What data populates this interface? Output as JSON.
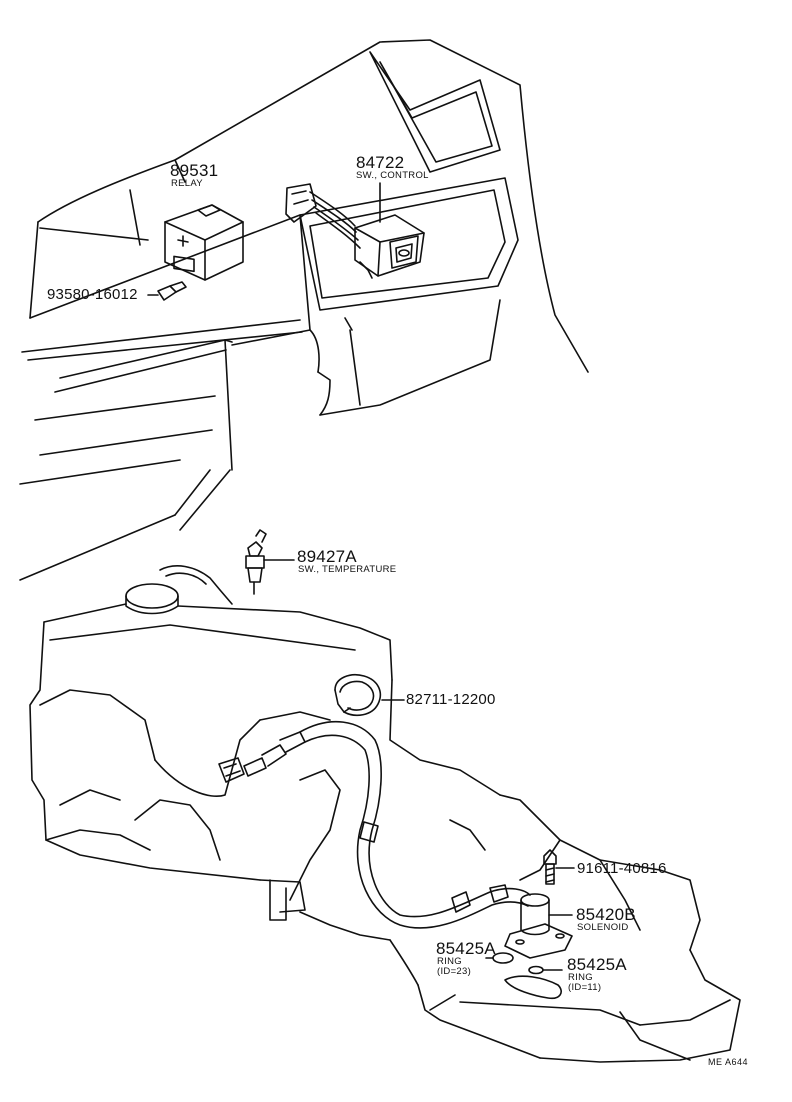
{
  "parts": {
    "relay": {
      "number": "89531",
      "name": "RELAY"
    },
    "control_switch": {
      "number": "84722",
      "name": "SW., CONTROL"
    },
    "screw": {
      "number": "93580-16012"
    },
    "temperature_switch": {
      "number": "89427A",
      "name": "SW., TEMPERATURE"
    },
    "clamp": {
      "number": "82711-12200"
    },
    "bolt": {
      "number": "91611-40816"
    },
    "solenoid": {
      "number": "85420B",
      "name": "SOLENOID"
    },
    "ring_large": {
      "number": "85425A",
      "name": "RING",
      "size": "(ID=23)"
    },
    "ring_small": {
      "number": "85425A",
      "name": "RING",
      "size": "(ID=11)"
    }
  },
  "drawing_code": "ME A644",
  "colors": {
    "ink": "#111111",
    "paper": "#ffffff"
  }
}
